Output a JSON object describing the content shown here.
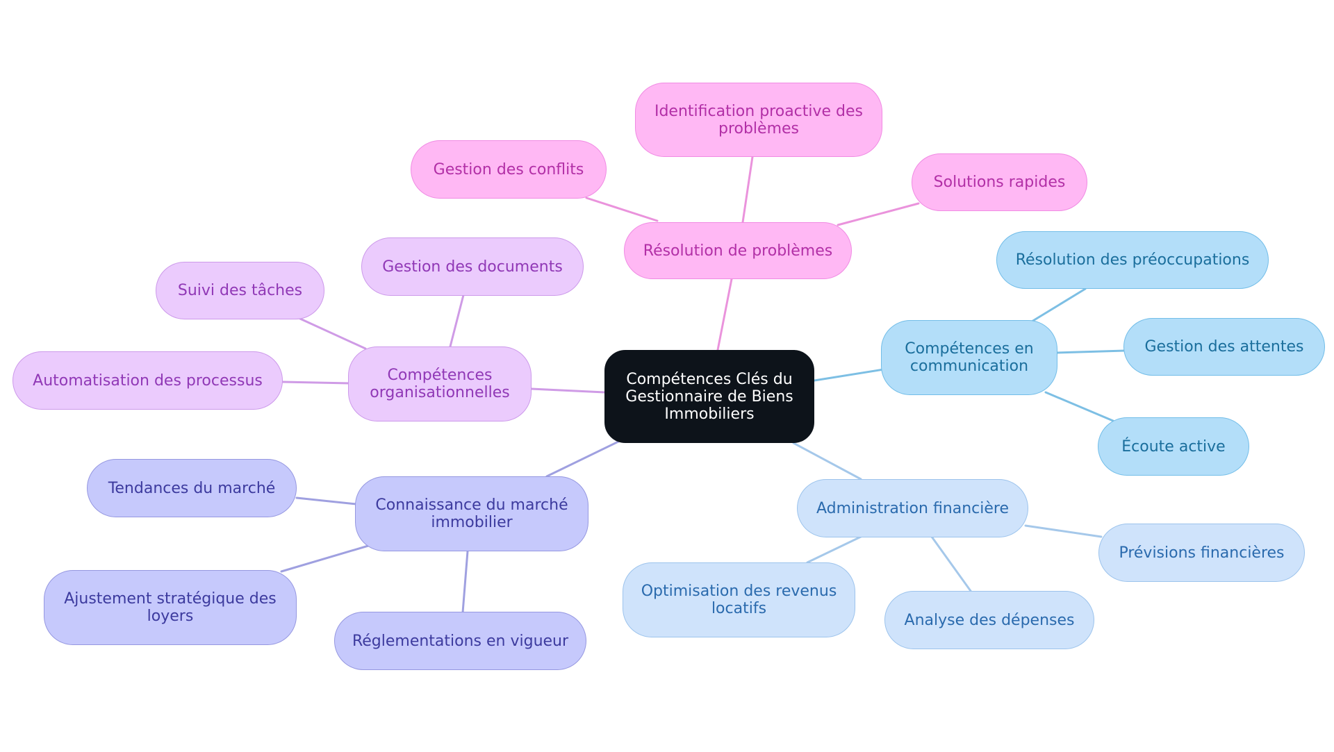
{
  "mindmap": {
    "root": {
      "id": "root",
      "label": "Compétences Clés du Gestionnaire de Biens Immobiliers",
      "fill": "#0d131a",
      "stroke": "#0d131a",
      "text_color": "#ffffff"
    },
    "branches": [
      {
        "id": "b-pb",
        "label": "Résolution de problèmes",
        "fill": "#ffb8f4",
        "stroke": "#f08ae3",
        "text_color": "#b22fa6",
        "link_color": "#ea93dc",
        "children": [
          {
            "id": "pb-1",
            "label": "Identification proactive des problèmes"
          },
          {
            "id": "pb-2",
            "label": "Gestion des conflits"
          },
          {
            "id": "pb-3",
            "label": "Solutions rapides"
          }
        ]
      },
      {
        "id": "b-com",
        "label": "Compétences en communication",
        "fill": "#b3def9",
        "stroke": "#72bde8",
        "text_color": "#1a6e9c",
        "link_color": "#7dbfe4",
        "children": [
          {
            "id": "com-1",
            "label": "Résolution des préoccupations"
          },
          {
            "id": "com-2",
            "label": "Gestion des attentes"
          },
          {
            "id": "com-3",
            "label": "Écoute active"
          }
        ]
      },
      {
        "id": "b-fin",
        "label": "Administration financière",
        "fill": "#cfe3fb",
        "stroke": "#9cc3ec",
        "text_color": "#2a6aad",
        "link_color": "#a5c8ea",
        "children": [
          {
            "id": "fin-1",
            "label": "Prévisions financières"
          },
          {
            "id": "fin-2",
            "label": "Analyse des dépenses"
          },
          {
            "id": "fin-3",
            "label": "Optimisation des revenus locatifs"
          }
        ]
      },
      {
        "id": "b-mkt",
        "label": "Connaissance du marché immobilier",
        "fill": "#c6c9fc",
        "stroke": "#9597e0",
        "text_color": "#3c3a9e",
        "link_color": "#9fa0e0",
        "children": [
          {
            "id": "mkt-1",
            "label": "Tendances du marché"
          },
          {
            "id": "mkt-2",
            "label": "Ajustement stratégique des loyers"
          },
          {
            "id": "mkt-3",
            "label": "Réglementations en vigueur"
          }
        ]
      },
      {
        "id": "b-org",
        "label": "Compétences organisationnelles",
        "fill": "#ebcbfd",
        "stroke": "#cc99ea",
        "text_color": "#9038b6",
        "link_color": "#cf9be6",
        "children": [
          {
            "id": "org-1",
            "label": "Gestion des documents"
          },
          {
            "id": "org-2",
            "label": "Suivi des tâches"
          },
          {
            "id": "org-3",
            "label": "Automatisation des processus"
          }
        ]
      }
    ]
  }
}
